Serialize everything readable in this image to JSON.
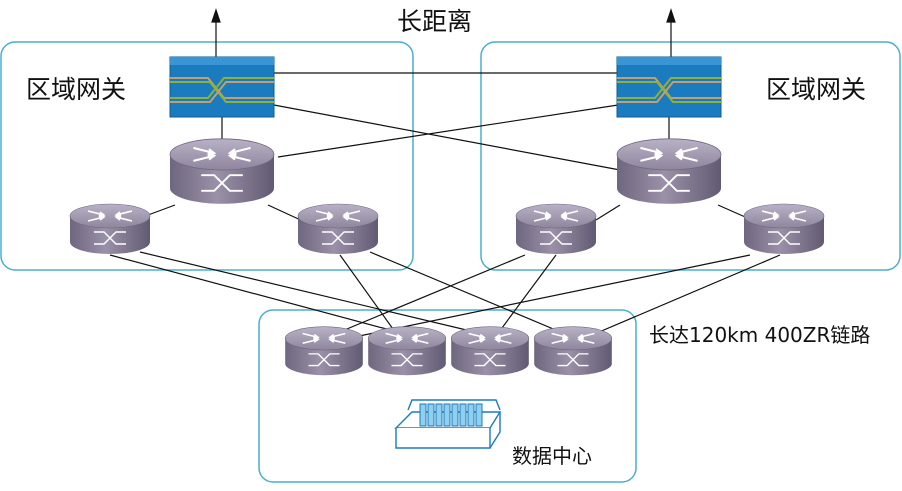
{
  "labels": {
    "top": "长距离",
    "left_region": "区域网关",
    "right_region": "区域网关",
    "link": "长达120km 400ZR链路",
    "datacenter": "数据中心"
  },
  "colors": {
    "box_stroke": "#4aaed0",
    "router_top": "#a49cb0",
    "router_side": "#7a718a",
    "switch_blue": "#1a7bbf",
    "switch_green": "#8fb03a",
    "switch_tan": "#c3a06a",
    "line": "#111111"
  }
}
